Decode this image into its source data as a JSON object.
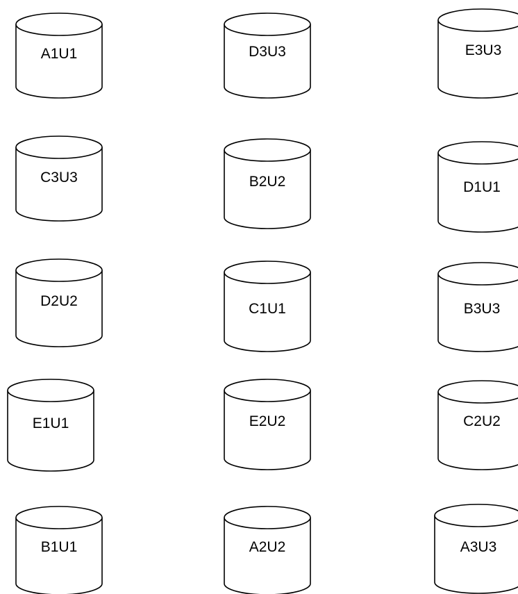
{
  "colors": {
    "stroke": "#000000",
    "fill": "#ffffff",
    "background": "#ffffff"
  },
  "cylinders": [
    {
      "label": "A1U1"
    },
    {
      "label": "D3U3"
    },
    {
      "label": "E3U3"
    },
    {
      "label": "C3U3"
    },
    {
      "label": "B2U2"
    },
    {
      "label": "D1U1"
    },
    {
      "label": "D2U2"
    },
    {
      "label": "C1U1"
    },
    {
      "label": "B3U3"
    },
    {
      "label": "E1U1"
    },
    {
      "label": "E2U2"
    },
    {
      "label": "C2U2"
    },
    {
      "label": "B1U1"
    },
    {
      "label": "A2U2"
    },
    {
      "label": "A3U3"
    }
  ]
}
